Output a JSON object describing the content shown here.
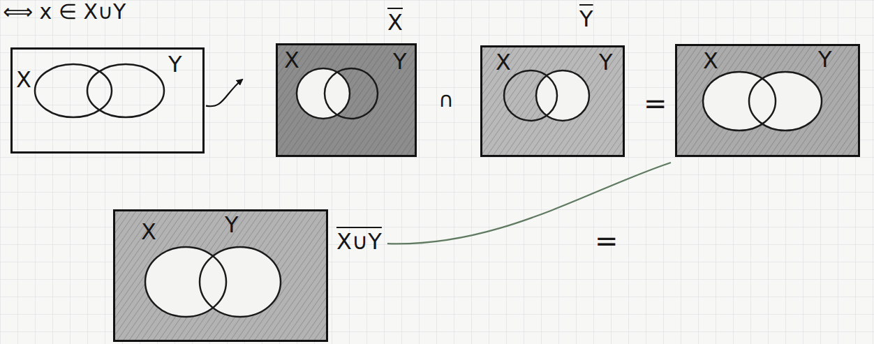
{
  "diagram": {
    "nodes": [
      {
        "text": [
          "X",
          "Y"
        ]
      },
      {
        "text": [
          "X",
          "X",
          "Y"
        ]
      },
      {
        "text": [
          "Y",
          "X",
          "Y"
        ]
      },
      {
        "text": [
          "X",
          "Y"
        ]
      },
      {
        "text": [
          "X",
          "Y",
          "X∪Y"
        ]
      }
    ],
    "edges": [
      {
        "from": 0,
        "to": 1,
        "arrow": "to"
      },
      {
        "from": 4,
        "to": 3,
        "arrow": "none"
      }
    ],
    "labels": [
      "⟺ x ∈ X∪Y",
      "∩",
      "=",
      "="
    ]
  }
}
